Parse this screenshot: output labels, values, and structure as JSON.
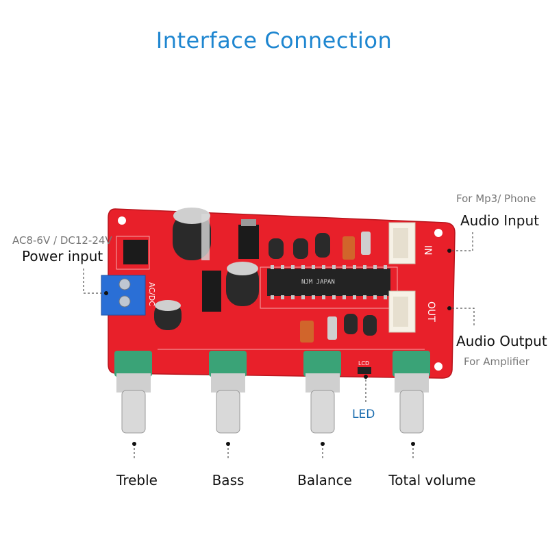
{
  "title": "Interface  Connection",
  "colors": {
    "title": "#1e86d0",
    "board": "#e8202a",
    "knob_cap": "#3aa377",
    "terminal": "#2a6fd6",
    "led_label": "#1e6fb0"
  },
  "labels": {
    "power_spec": "AC8-6V / DC12-24V",
    "power_input": "Power input",
    "audio_input_note": "For Mp3/ Phone",
    "audio_input": "Audio Input",
    "audio_output": "Audio Output",
    "audio_output_note": "For Amplifier",
    "led": "LED",
    "treble": "Treble",
    "bass": "Bass",
    "balance": "Balance",
    "total_volume": "Total volume"
  },
  "board_marks": {
    "in": "IN",
    "out": "OUT",
    "acdc": "AC/DC",
    "chip": "NJM JAPAN",
    "lcd": "LCD"
  }
}
